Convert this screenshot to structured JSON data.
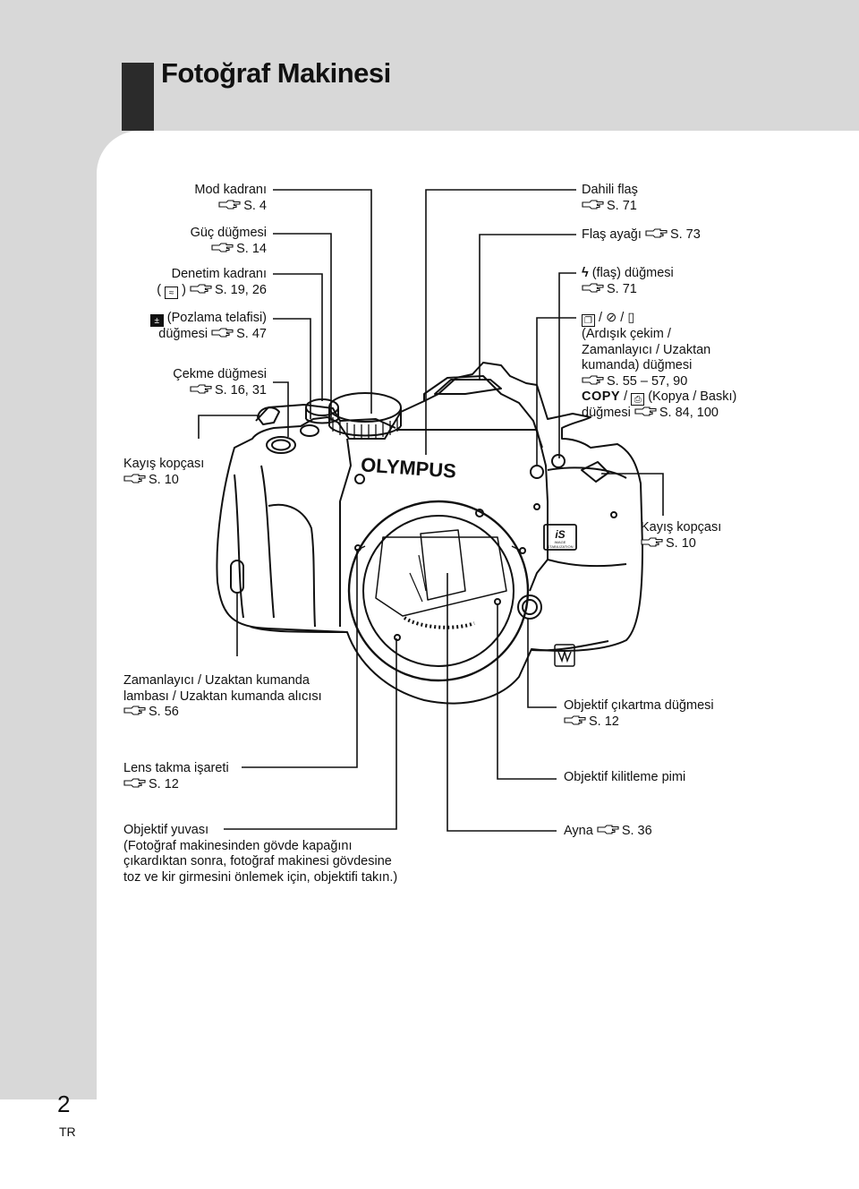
{
  "page": {
    "title": "Fotoğraf Makinesi",
    "number": "2",
    "lang": "TR"
  },
  "icons": {
    "ref": "pointing-hand-reference-icon",
    "flash": "flash-bolt-icon",
    "exposure": "plus-minus-icon",
    "drive": "sequential-shooting-icon",
    "timer": "self-timer-icon",
    "remote": "remote-control-icon",
    "print": "printer-icon",
    "monitor": "monitor-control-icon"
  },
  "labels": {
    "mode_dial": {
      "name": "Mod kadranı",
      "ref": "S. 4"
    },
    "power": {
      "name": "Güç düğmesi",
      "ref": "S. 14"
    },
    "control_dial": {
      "name": "Denetim kadranı",
      "ref": "S. 19, 26"
    },
    "exposure": {
      "name": "(Pozlama telafisi)",
      "line2": "düğmesi",
      "ref": "S. 47"
    },
    "shutter": {
      "name": "Çekme düğmesi",
      "ref": "S. 16, 31"
    },
    "built_in_flash": {
      "name": "Dahili flaş",
      "ref": "S. 71"
    },
    "hot_shoe": {
      "name": "Flaş ayağı",
      "ref": "S. 73"
    },
    "flash_button": {
      "name": "(flaş) düğmesi",
      "ref": "S. 71"
    },
    "drive_button": {
      "line1": "(Ardışık çekim /",
      "line2": "Zamanlayıcı / Uzaktan",
      "line3": "kumanda) düğmesi",
      "ref": "S. 55 – 57, 90",
      "copy": "COPY",
      "copy_text": "(Kopya / Baskı)",
      "line6": "düğmesi",
      "ref2": "S. 84, 100"
    },
    "strap_left": {
      "name": "Kayış kopçası",
      "ref": "S. 10"
    },
    "strap_right": {
      "name": "Kayış kopçası",
      "ref": "S. 10"
    },
    "timer_lamp": {
      "line1": "Zamanlayıcı / Uzaktan kumanda",
      "line2": "lambası / Uzaktan kumanda alıcısı",
      "ref": "S. 56"
    },
    "lens_release": {
      "name": "Objektif çıkartma düğmesi",
      "ref": "S. 12"
    },
    "lens_mark": {
      "name": "Lens takma işareti",
      "ref": "S. 12"
    },
    "lock_pin": {
      "name": "Objektif kilitleme pimi"
    },
    "mount": {
      "line1": "Objektif yuvası",
      "line2": "(Fotoğraf makinesinden gövde kapağını",
      "line3": "çıkardıktan sonra, fotoğraf makinesi gövdesine",
      "line4": "toz ve kir girmesini önlemek için, objektifi takın.)"
    },
    "mirror": {
      "name": "Ayna",
      "ref": "S. 36"
    }
  },
  "camera": {
    "brand": "OLYMPUS",
    "badge": "iS",
    "badge_sub1": "IMAGE",
    "badge_sub2": "STABILIZATION"
  }
}
